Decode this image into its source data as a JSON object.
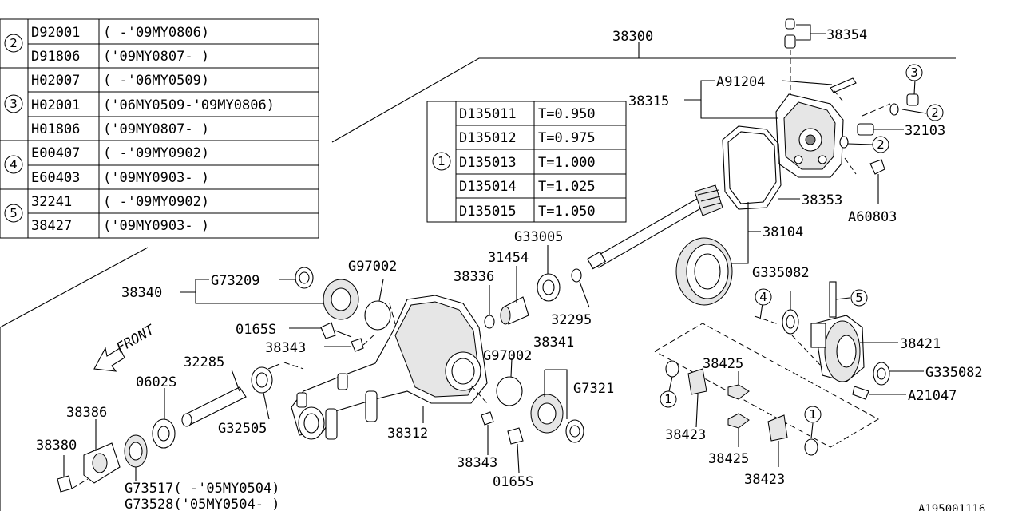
{
  "supersession_table": {
    "groups": [
      {
        "ref": "2",
        "rows": [
          {
            "part": "D92001",
            "range": "( -'09MY0806)"
          },
          {
            "part": "D91806",
            "range": "('09MY0807- )"
          }
        ]
      },
      {
        "ref": "3",
        "rows": [
          {
            "part": "H02007",
            "range": "( -'06MY0509)"
          },
          {
            "part": "H02001",
            "range": "('06MY0509-'09MY0806)"
          },
          {
            "part": "H01806",
            "range": "('09MY0807- )"
          }
        ]
      },
      {
        "ref": "4",
        "rows": [
          {
            "part": "E00407",
            "range": "( -'09MY0902)"
          },
          {
            "part": "E60403",
            "range": "('09MY0903- )"
          }
        ]
      },
      {
        "ref": "5",
        "rows": [
          {
            "part": "32241",
            "range": "( -'09MY0902)"
          },
          {
            "part": "38427",
            "range": "('09MY0903- )"
          }
        ]
      }
    ]
  },
  "shim_table": {
    "ref": "1",
    "rows": [
      {
        "part": "D135011",
        "thickness": "T=0.950"
      },
      {
        "part": "D135012",
        "thickness": "T=0.975"
      },
      {
        "part": "D135013",
        "thickness": "T=1.000"
      },
      {
        "part": "D135014",
        "thickness": "T=1.025"
      },
      {
        "part": "D135015",
        "thickness": "T=1.050"
      }
    ]
  },
  "labels": {
    "l38300": "38300",
    "l38354": "38354",
    "l38315": "38315",
    "lA91204": "A91204",
    "l32103": "32103",
    "l38353": "38353",
    "lA60803": "A60803",
    "l38104": "38104",
    "lG33005": "G33005",
    "l31454": "31454",
    "l38336": "38336",
    "l32295": "32295",
    "lG97002a": "G97002",
    "lG73209": "G73209",
    "l38340": "38340",
    "l0165Sa": "0165S",
    "l38343a": "38343",
    "front": "FRONT",
    "l32285": "32285",
    "l0602S": "0602S",
    "l38386": "38386",
    "l38380": "38380",
    "lG32505": "G32505",
    "l38312": "38312",
    "lG97002b": "G97002",
    "l38341": "38341",
    "lG7321": "G7321",
    "l38343b": "38343",
    "l0165Sb": "0165S",
    "lG73517": "G73517( -'05MY0504)",
    "lG73528": "G73528('05MY0504- )",
    "lG335082a": "G335082",
    "l38421": "38421",
    "lG335082b": "G335082",
    "lA21047": "A21047",
    "l38425a": "38425",
    "l38423a": "38423",
    "l38425b": "38425",
    "l38423b": "38423",
    "diagram_id": "A195001116"
  },
  "callouts": {
    "c2a": "2",
    "c2b": "2",
    "c3": "3",
    "c4": "4",
    "c5": "5",
    "c1a": "1",
    "c1b": "1"
  }
}
